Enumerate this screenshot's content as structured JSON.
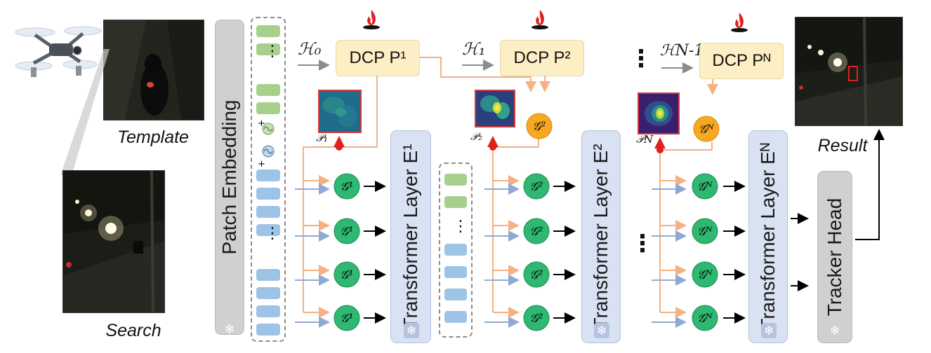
{
  "captions": {
    "template": "Template",
    "search": "Search",
    "result": "Result"
  },
  "blocks": {
    "patch_embedding": "Patch  Embedding",
    "transformer_1": "Transformer Layer E¹",
    "transformer_2": "Transformer Layer E²",
    "transformer_n": "Transformer Layer Eᴺ",
    "tracker_head": "Tracker Head"
  },
  "dcp": {
    "d1": "DCP P¹",
    "d2": "DCP P²",
    "dn": "DCP Pᴺ"
  },
  "hidden": {
    "h0": "ℋ₀",
    "h1": "ℋ₁",
    "hn": "ℋN-1"
  },
  "prompts": {
    "p1": "𝒫₁",
    "p2": "𝒫₂",
    "pn": "𝒫N"
  },
  "gates": {
    "g1": "𝒢¹",
    "g2": "𝒢²",
    "gn": "𝒢ᴺ"
  },
  "ellipsis": "⋮",
  "icons": {
    "frozen": "snowflake-icon",
    "trainable": "flame-icon",
    "uav": "drone-icon"
  },
  "colors": {
    "token_green": "#a8d08d",
    "token_blue": "#9dc3e6",
    "dcp_fill": "#fdefc5",
    "gate_green": "#2eb872",
    "gate_orange": "#f7a823",
    "transformer_fill": "#d9e2f3",
    "arrow_orange": "#f4b183",
    "arrow_blue": "#8fa9d6",
    "prompt_red": "#e02020"
  }
}
